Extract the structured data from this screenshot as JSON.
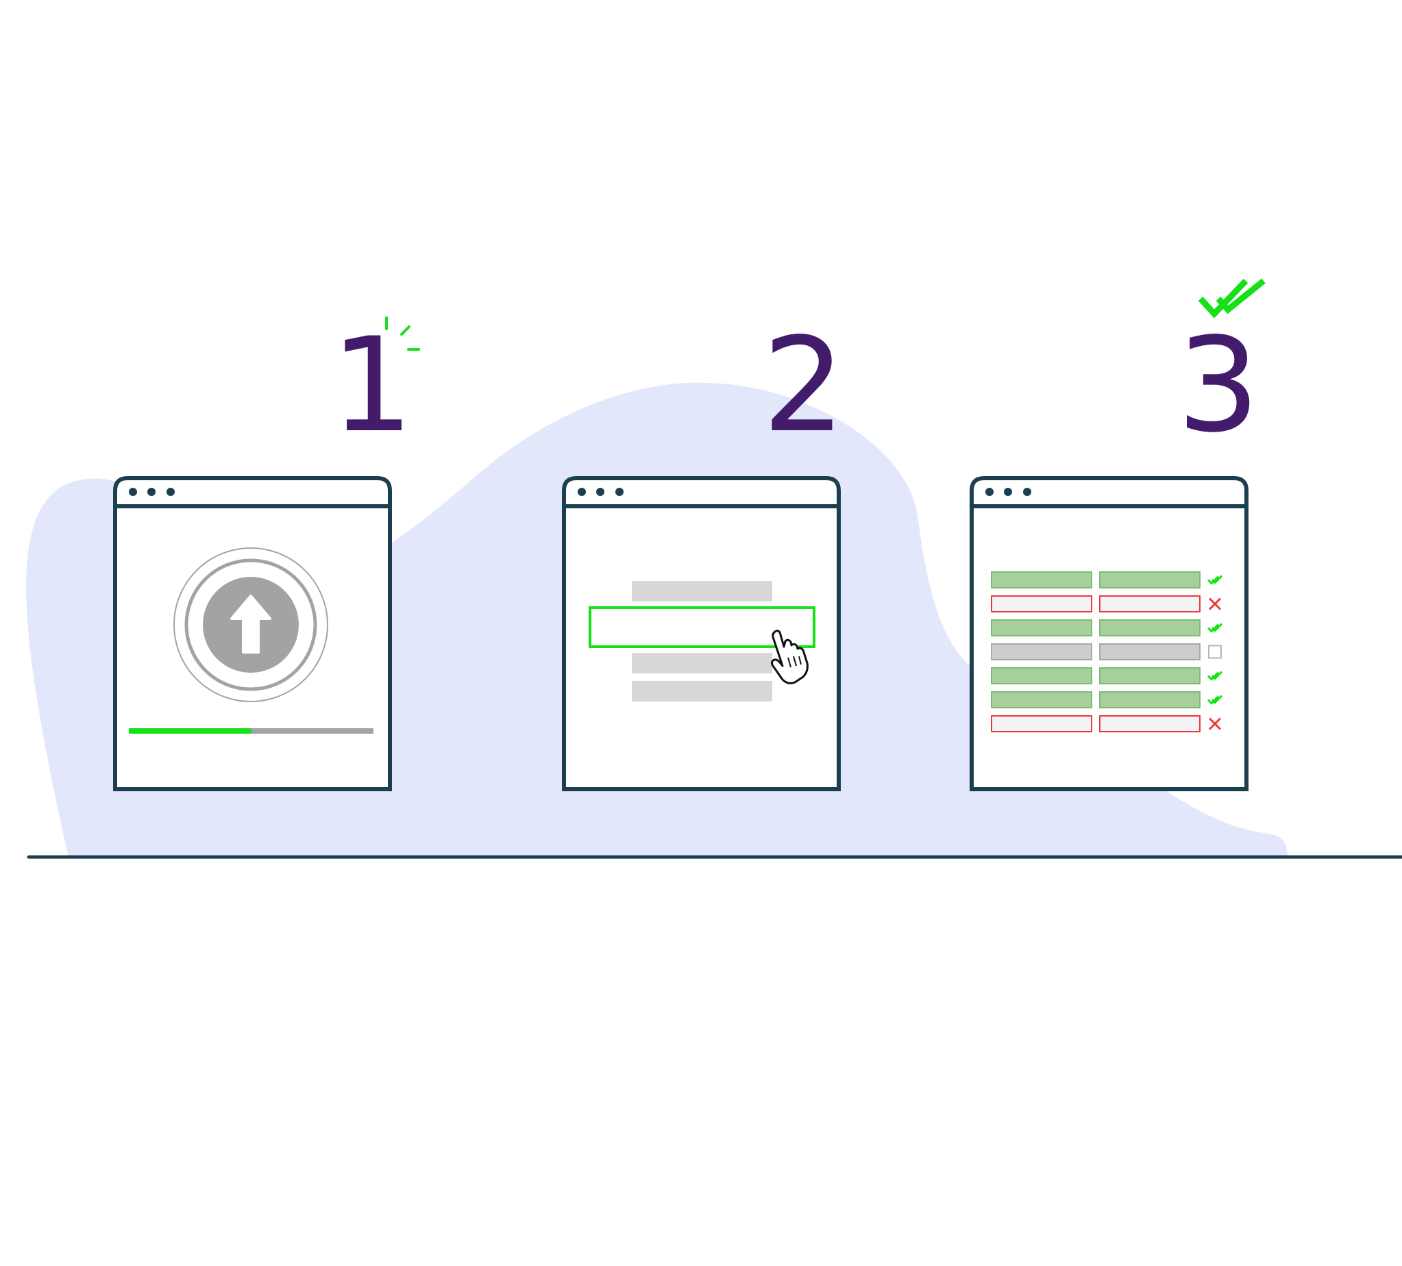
{
  "steps": [
    {
      "number": "1",
      "name": "upload",
      "progress": 0.5
    },
    {
      "number": "2",
      "name": "select"
    },
    {
      "number": "3",
      "name": "validate",
      "rows": [
        {
          "status": "valid"
        },
        {
          "status": "invalid"
        },
        {
          "status": "valid"
        },
        {
          "status": "unchecked"
        },
        {
          "status": "valid"
        },
        {
          "status": "valid"
        },
        {
          "status": "invalid"
        }
      ]
    }
  ],
  "icons": {
    "upload": "upload-arrow-icon",
    "cursor": "hand-pointer-icon",
    "valid": "double-check-icon",
    "invalid": "cross-icon",
    "unchecked": "empty-checkbox-icon",
    "sparkle": "sparkle-icon"
  },
  "colors": {
    "number": "#431b6b",
    "frame": "#1b3f4f",
    "blob": "#e2e7fb",
    "accent_green": "#16e016",
    "valid_fill": "#a6cf9c",
    "valid_stroke": "#7cbb73",
    "invalid_stroke": "#ec3b3b",
    "invalid_fill": "#f3f3f5",
    "neutral_fill": "#cccccc",
    "placeholder": "#d7d7d7",
    "upload_gray": "#a3a3a3"
  }
}
